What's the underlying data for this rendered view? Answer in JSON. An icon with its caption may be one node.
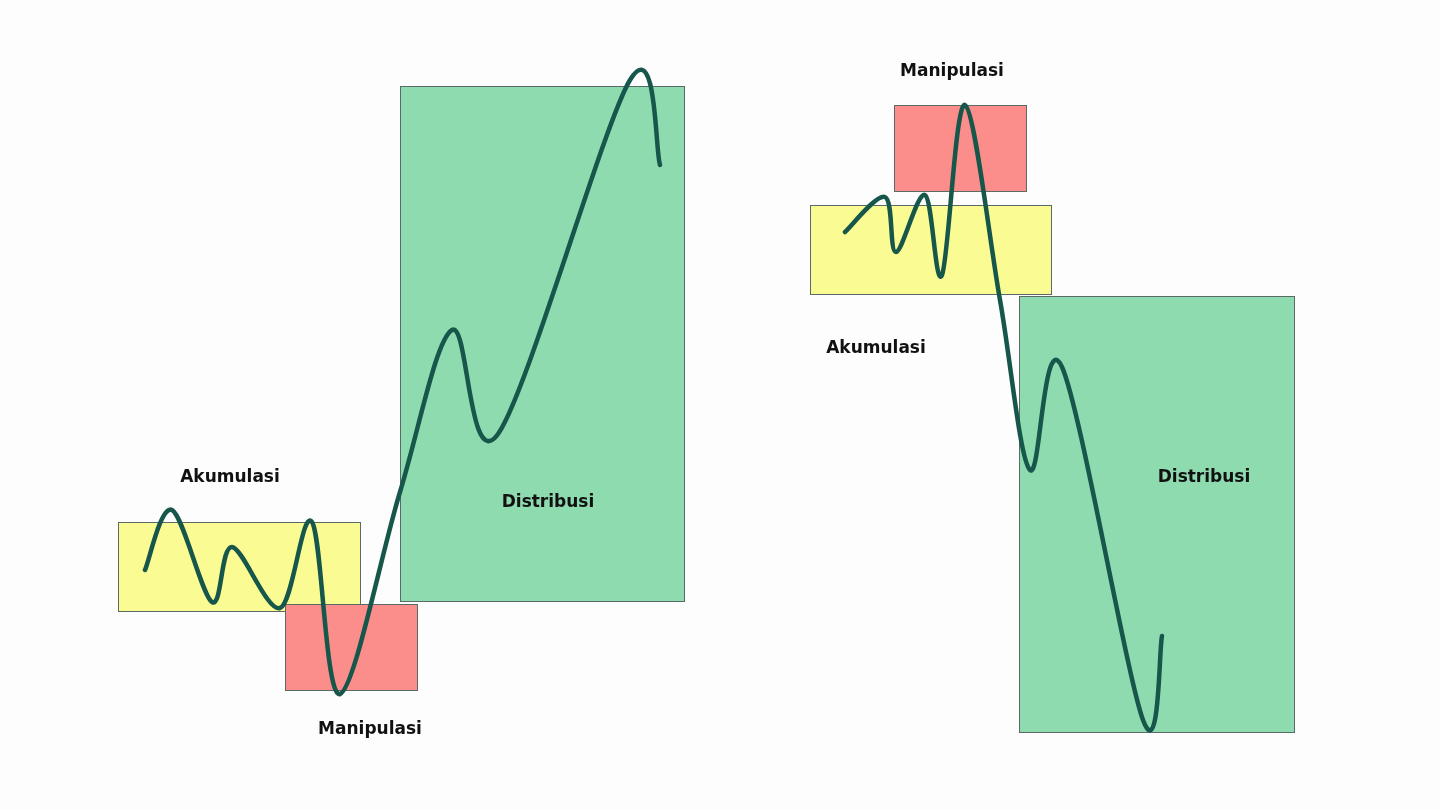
{
  "diagram": {
    "nodes": [
      {
        "text": [
          "Akumulasi"
        ]
      },
      {
        "text": [
          "Manipulasi"
        ]
      },
      {
        "text": [
          "Distribusi"
        ]
      },
      {
        "text": [
          "Manipulasi"
        ]
      },
      {
        "text": [
          "Akumulasi"
        ]
      },
      {
        "text": [
          "Distribusi"
        ]
      }
    ]
  }
}
